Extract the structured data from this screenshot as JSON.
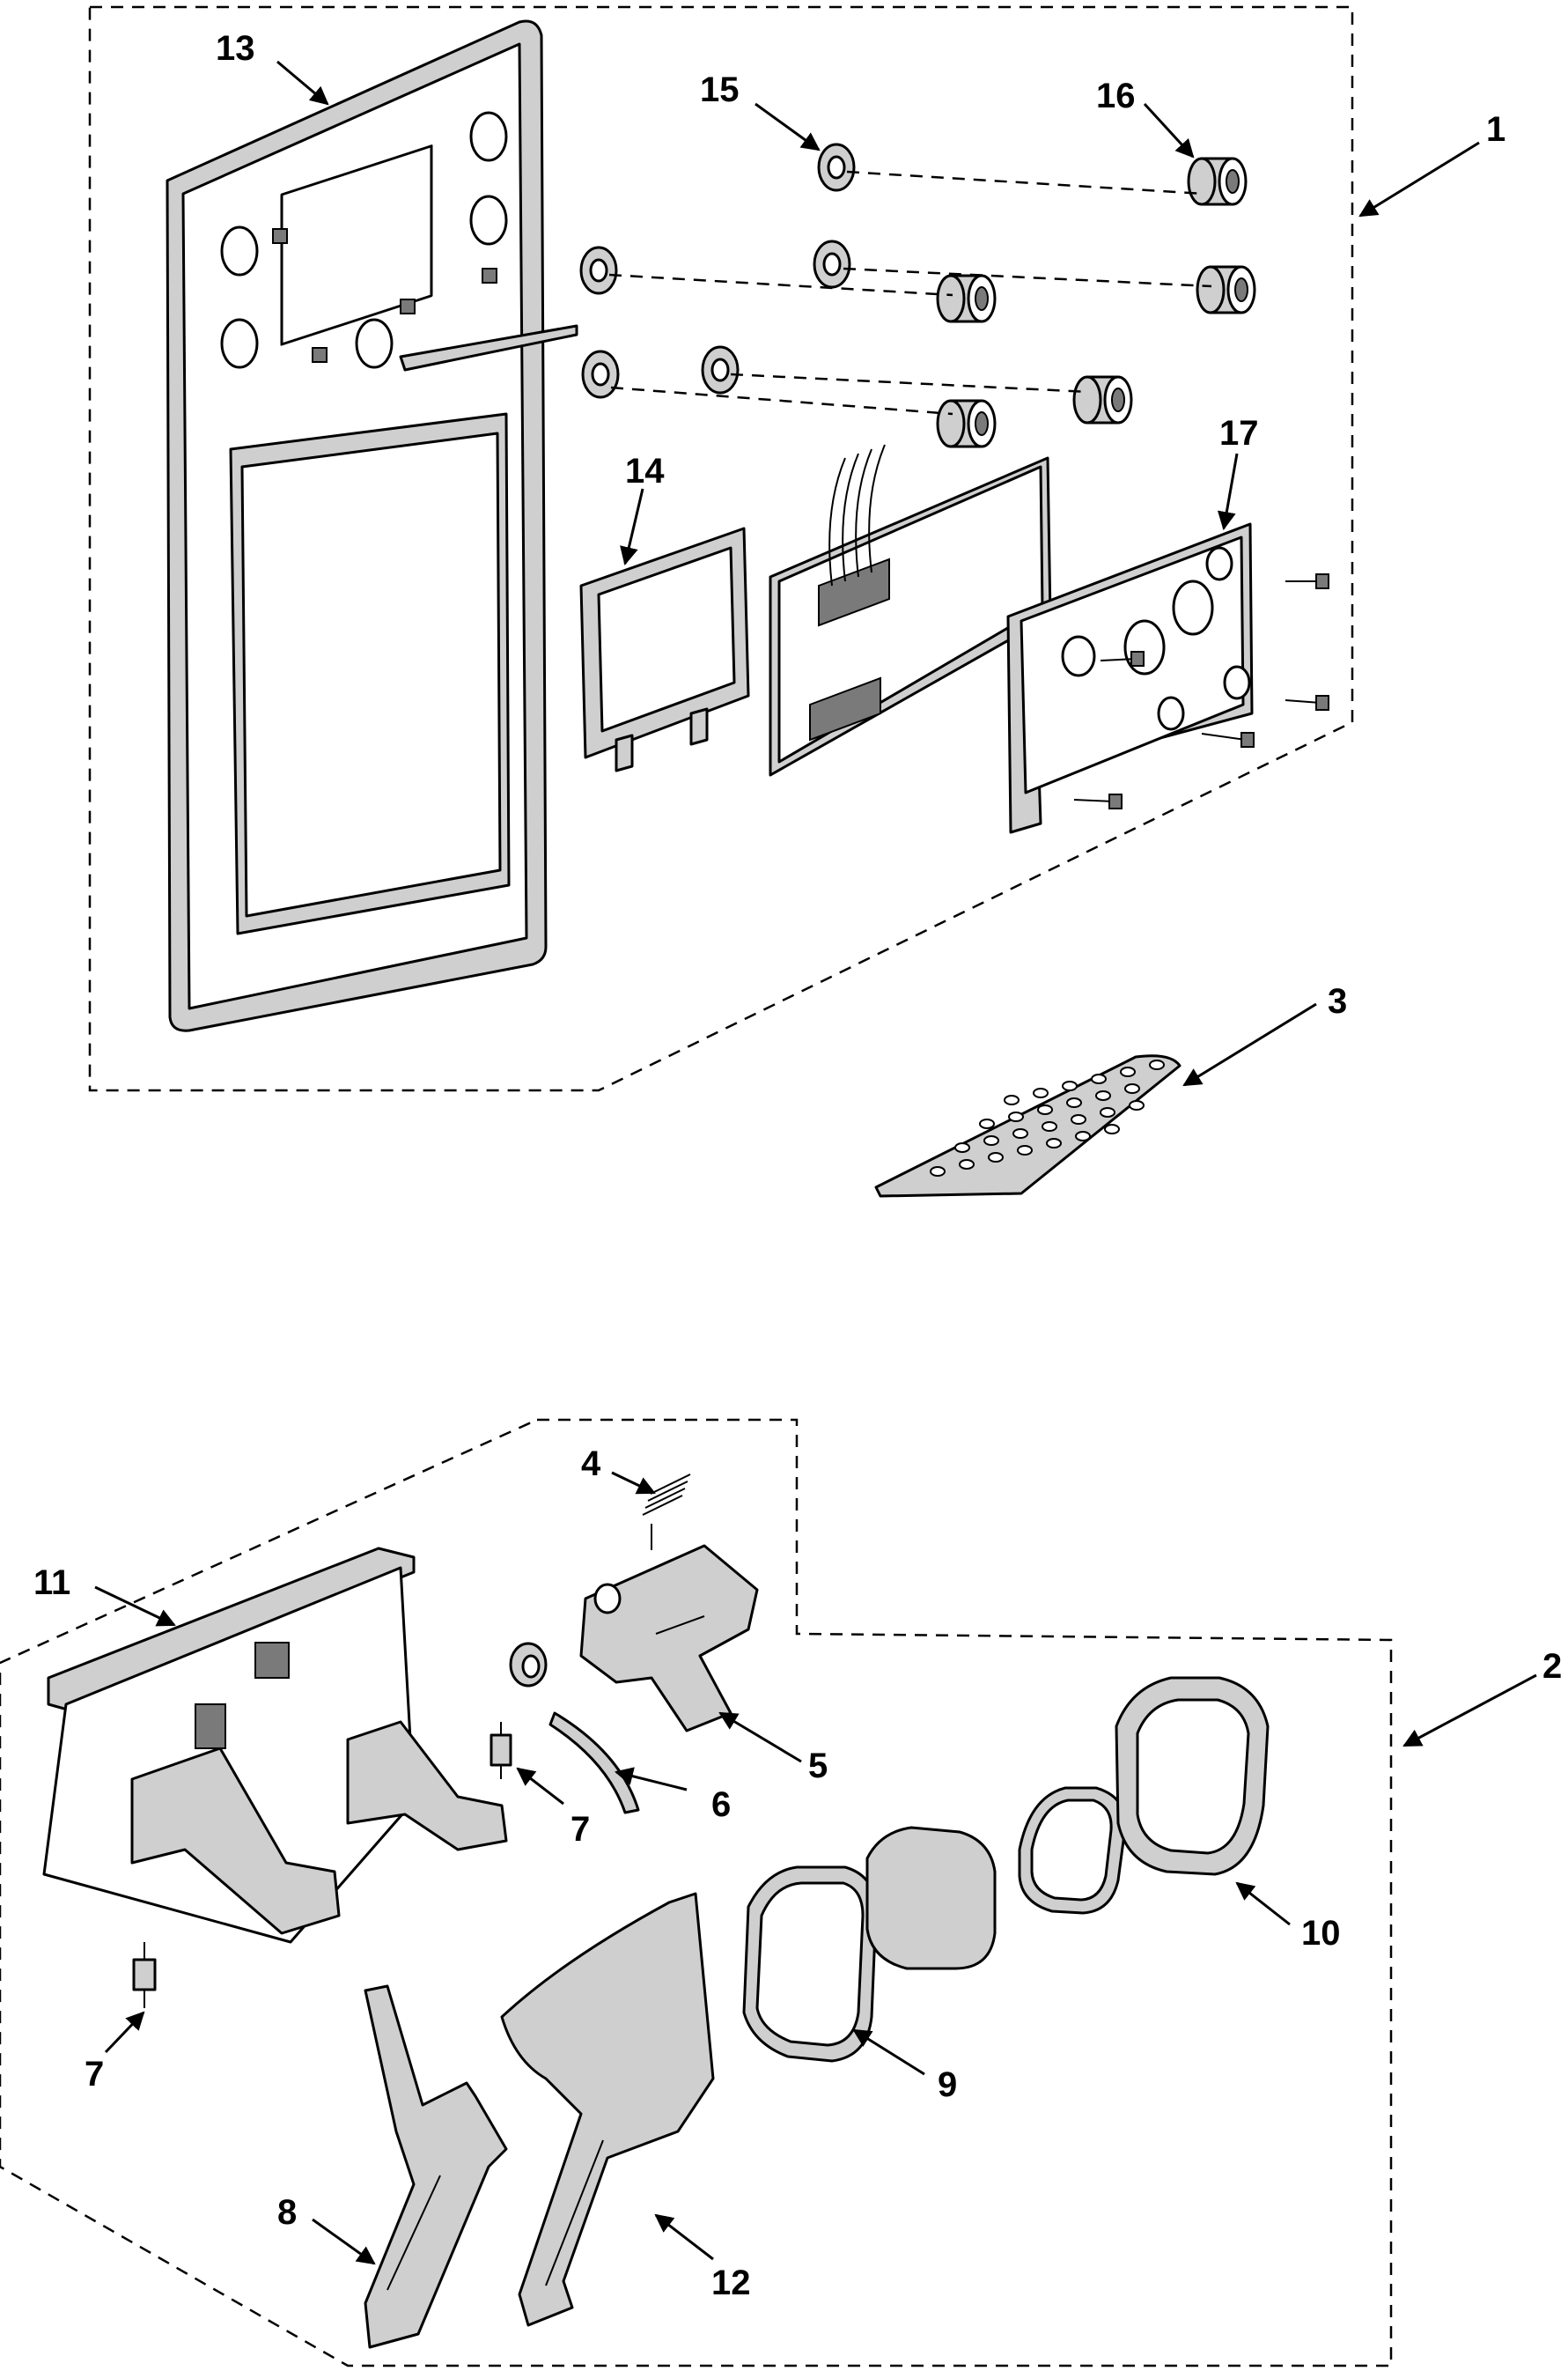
{
  "callouts": {
    "c1": "1",
    "c2": "2",
    "c3": "3",
    "c4": "4",
    "c5": "5",
    "c6": "6",
    "c7a": "7",
    "c7b": "7",
    "c8": "8",
    "c9": "9",
    "c10": "10",
    "c11": "11",
    "c12": "12",
    "c13": "13",
    "c14": "14",
    "c15": "15",
    "c16": "16",
    "c17": "17"
  }
}
